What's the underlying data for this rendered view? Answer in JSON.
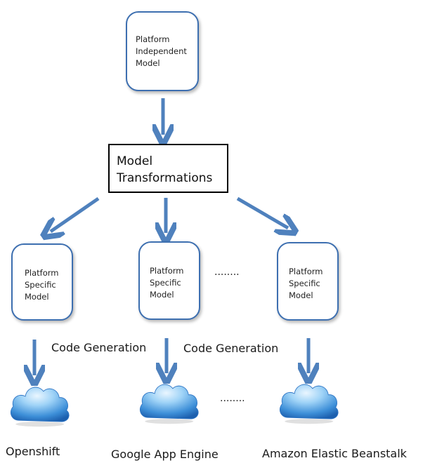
{
  "pim": {
    "text": "Platform\nIndependent\nModel"
  },
  "transform": {
    "text": "Model\nTransformations"
  },
  "psm": [
    {
      "text": "Platform\nSpecific\nModel"
    },
    {
      "text": "Platform\nSpecific\nModel"
    },
    {
      "text": "Platform\nSpecific\nModel"
    }
  ],
  "psm_ellipsis": "........",
  "code_generation": [
    "Code Generation",
    "Code Generation"
  ],
  "cloud_ellipsis": "........",
  "platforms": [
    "Openshift",
    "Google App Engine",
    "Amazon Elastic Beanstalk"
  ],
  "colors": {
    "arrow": "#4f81bd",
    "box_border": "#3d6fb0",
    "cloud_light": "#cfe9fb",
    "cloud_mid": "#5aa9e6",
    "cloud_dark": "#1c63b7"
  }
}
